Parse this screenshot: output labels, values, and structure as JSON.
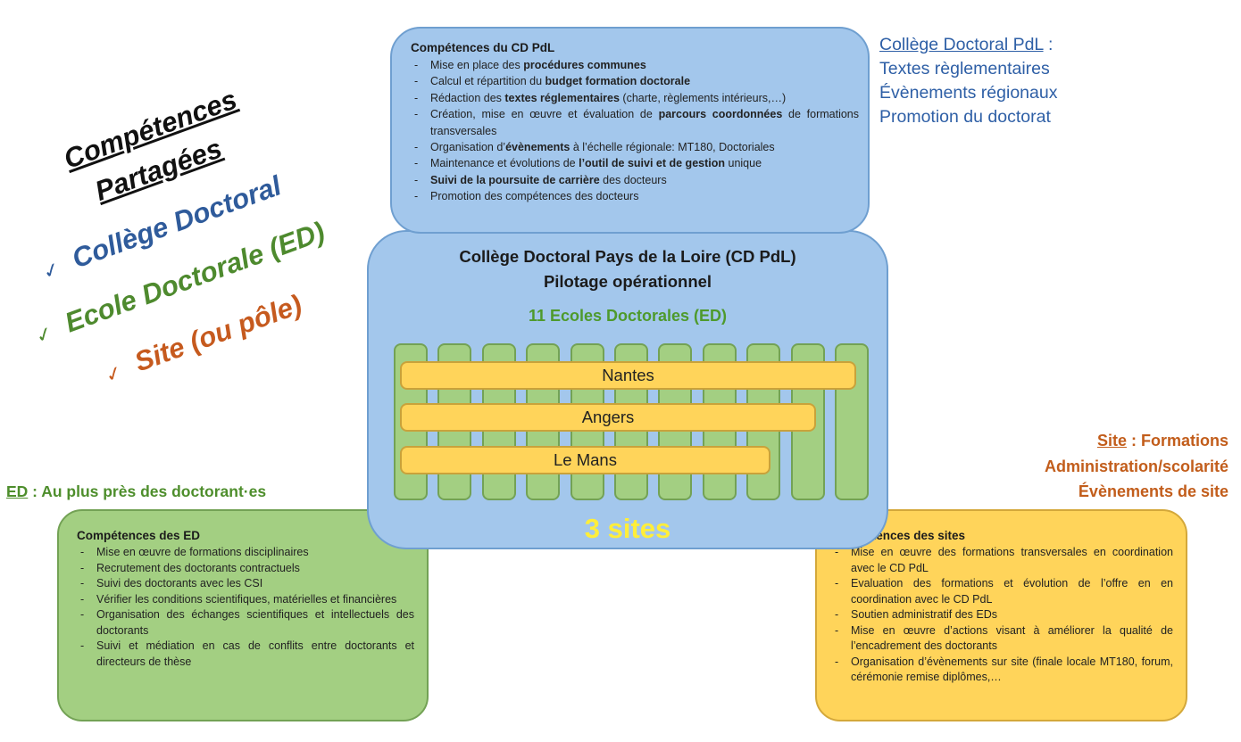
{
  "headline": {
    "line1": "Compétences",
    "line2": "Partagées",
    "items": [
      {
        "check": "✓",
        "label": "Collège Doctoral",
        "color": "#2f5b9b"
      },
      {
        "check": "✓",
        "label": "Ecole Doctorale (ED)",
        "color": "#4e8a2e"
      },
      {
        "check": "✓",
        "label": "Site (ou pôle)",
        "color": "#c65a1e"
      }
    ]
  },
  "cd_competences": {
    "title": "Compétences du CD PdL",
    "items": [
      [
        "Mise en place des ",
        "procédures communes",
        ""
      ],
      [
        "Calcul et répartition du ",
        "budget formation doctorale",
        ""
      ],
      [
        "Rédaction des ",
        "textes réglementaires",
        " (charte, règlements intérieurs,…)"
      ],
      [
        "Création, mise en œuvre et évaluation de ",
        "parcours coordonnées",
        " de formations transversales"
      ],
      [
        "Organisation d’",
        "évènements",
        " à l’échelle régionale: MT180, Doctoriales"
      ],
      [
        "Maintenance et évolutions de ",
        "l’outil de suivi et de gestion",
        " unique"
      ],
      [
        "",
        "Suivi de la poursuite de carrière",
        " des docteurs"
      ],
      [
        "Promotion des compétences des docteurs",
        "",
        ""
      ]
    ]
  },
  "college_note": {
    "title": "Collège Doctoral  PdL",
    "colon": " :",
    "lines": [
      "Textes règlementaires",
      "Évènements régionaux",
      "Promotion du doctorat"
    ]
  },
  "central": {
    "title1": "Collège Doctoral Pays de la Loire (CD PdL)",
    "title2": "Pilotage opérationnel",
    "ed_count": "11 Ecoles Doctorales (ED)",
    "sites": [
      "Nantes",
      "Angers",
      "Le Mans"
    ],
    "sites_count": "3 sites"
  },
  "ed_note": {
    "prefix": "ED",
    "text": " : Au plus près des doctorant·es"
  },
  "site_note": {
    "prefix": "Site",
    "line1_rest": " : Formations",
    "line2": "Administration/scolarité",
    "line3": "Évènements de site"
  },
  "ed_competences": {
    "title": "Compétences des ED",
    "items": [
      "Mise en œuvre de formations disciplinaires",
      "Recrutement des doctorants contractuels",
      "Suivi des doctorants avec les CSI",
      "Vérifier les conditions scientifiques, matérielles et financières",
      "Organisation des échanges scientifiques et intellectuels des doctorants",
      "Suivi et médiation en cas de conflits entre doctorants et directeurs de thèse"
    ]
  },
  "site_competences": {
    "title": "Compétences des  sites",
    "items": [
      "Mise en œuvre des formations transversales en coordination avec le CD PdL",
      "Evaluation des formations et évolution de l’offre en en coordination avec le CD PdL",
      "Soutien administratif des EDs",
      "Mise en œuvre d’actions visant à améliorer la qualité de l’encadrement des doctorants",
      "Organisation d’évènements sur site (finale locale MT180, forum, cérémonie remise diplômes,…"
    ]
  }
}
